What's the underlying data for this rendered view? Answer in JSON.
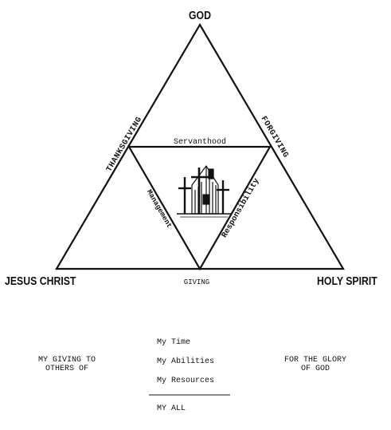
{
  "diagram": {
    "vertices": {
      "top": "GOD",
      "left": "JESUS CHRIST",
      "right": "HOLY SPIRIT"
    },
    "outer_edges": {
      "left": "THANKSGIVING",
      "right": "FORGIVING",
      "bottom": "GIVING"
    },
    "inner_edges": {
      "top": "Servanthood",
      "left": "Management",
      "right": "Responsibility"
    },
    "center_image": "crosses-and-church-illustration"
  },
  "equation": {
    "left_lines": [
      "MY GIVING TO",
      "OTHERS OF"
    ],
    "items": [
      "My Time",
      "My Abilities",
      "My Resources"
    ],
    "total": "MY ALL",
    "right_lines": [
      "FOR THE GLORY",
      "OF GOD"
    ]
  }
}
